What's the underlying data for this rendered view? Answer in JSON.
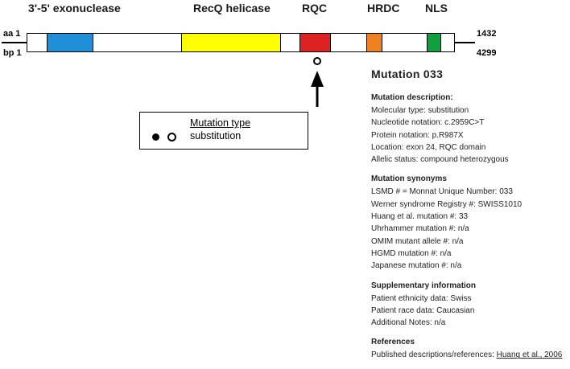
{
  "domains": [
    {
      "name": "exonuclease",
      "label": "3'-5' exonuclease",
      "color": "#1f90d8"
    },
    {
      "name": "recq",
      "label": "RecQ helicase",
      "color": "#ffff00"
    },
    {
      "name": "rqc",
      "label": "RQC",
      "color": "#dd2222"
    },
    {
      "name": "hrdc",
      "label": "HRDC",
      "color": "#f08020"
    },
    {
      "name": "nls",
      "label": "NLS",
      "color": "#11a041"
    }
  ],
  "axis": {
    "aa_label": "aa 1",
    "bp_label": "bp 1",
    "aa_end": "1432",
    "bp_end": "4299"
  },
  "legend": {
    "title": "Mutation type",
    "type": "substitution"
  },
  "mutation": {
    "title": "Mutation 033",
    "sections": [
      {
        "heading": "Mutation description:",
        "lines": [
          "Molecular type: substitution",
          "Nucleotide notation: c.2959C>T",
          "Protein notation: p.R987X",
          "Location: exon 24, RQC domain",
          "Allelic status: compound heterozygous"
        ]
      },
      {
        "heading": "Mutation synonyms",
        "lines": [
          "LSMD # = Monnat Unique Number: 033",
          "Werner syndrome Registry #: SWISS1010",
          "Huang et al. mutation #: 33",
          "Uhrhammer mutation #: n/a",
          "OMIM mutant allele #: n/a",
          "HGMD mutation #: n/a",
          "Japanese mutation #: n/a"
        ]
      },
      {
        "heading": "Supplementary information",
        "lines": [
          "Patient ethnicity data: Swiss",
          "Patient race data: Caucasian",
          "Additional Notes: n/a"
        ]
      }
    ],
    "references": {
      "heading": "References",
      "prefix": "Published descriptions/references: ",
      "link": "Huang et al., 2006"
    }
  }
}
